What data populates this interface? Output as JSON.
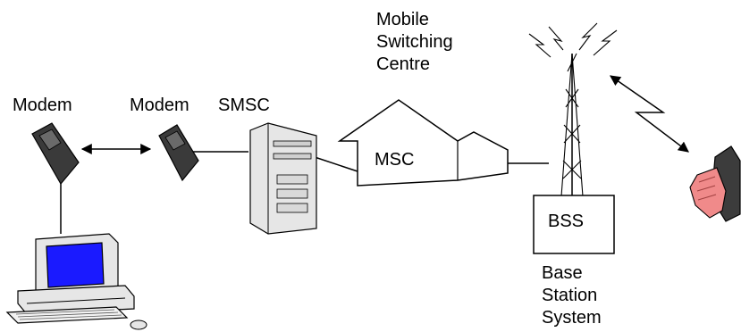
{
  "labels": {
    "modem_left": "Modem",
    "modem_right": "Modem",
    "smsc": "SMSC",
    "msc_title": "Mobile\nSwitching\nCentre",
    "msc": "MSC",
    "bss": "BSS",
    "bss_title": "Base\nStation\nSystem"
  },
  "colors": {
    "line": "#000000",
    "modem_body": "#3a3a3a",
    "monitor_screen": "#1a1aff",
    "computer_case": "#e6e6e6",
    "hand": "#f08a8a",
    "phone": "#3c3c3c"
  },
  "icons": [
    "computer-icon",
    "modem-icon",
    "server-icon",
    "building-icon",
    "antenna-tower-icon",
    "mobile-phone-icon"
  ]
}
